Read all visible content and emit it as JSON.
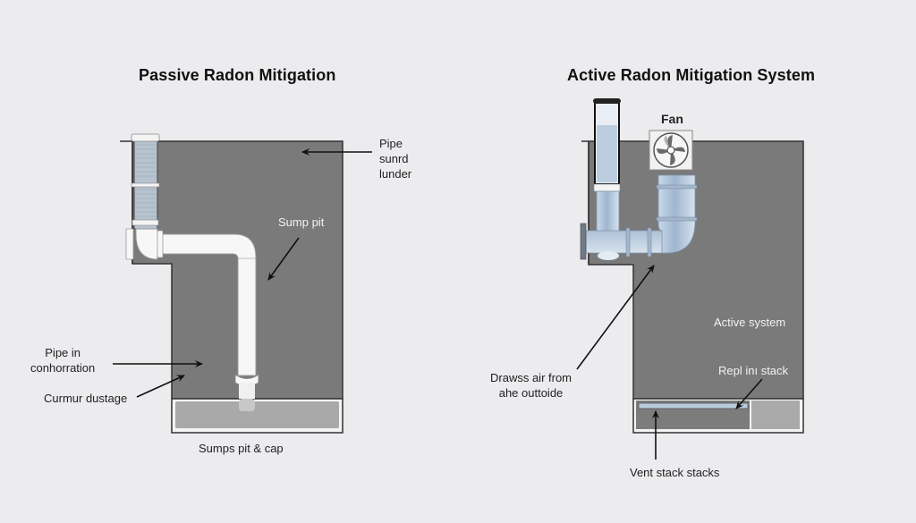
{
  "passive": {
    "title": "Passive Radon Mitigation",
    "labels": {
      "pipe_sunrd_lunder": [
        "Pipe",
        "sunrd",
        "lunder"
      ],
      "sump_pit": "Sump pit",
      "pipe_in_conhorration": [
        "Pipe in",
        "conhorration"
      ],
      "curmur_dustage": "Curmur dustage",
      "sumps_pit_cap": "Sumps pit & cap"
    }
  },
  "active": {
    "title": "Active Radon Mitigation System",
    "labels": {
      "fan": "Fan",
      "active_system": "Active system",
      "repl_in_stack": "Repl inı stack",
      "draws_air": [
        "Drawss air from",
        "ahe outtoide"
      ],
      "vent_stack": "Vent stack stacks"
    }
  },
  "colors": {
    "background": "#ececef",
    "wall": "#7a7a7a",
    "pipe_white": "#f7f7f7",
    "pipe_blue": "#b9cbe0",
    "pit_fill": "#a9a9a9"
  }
}
